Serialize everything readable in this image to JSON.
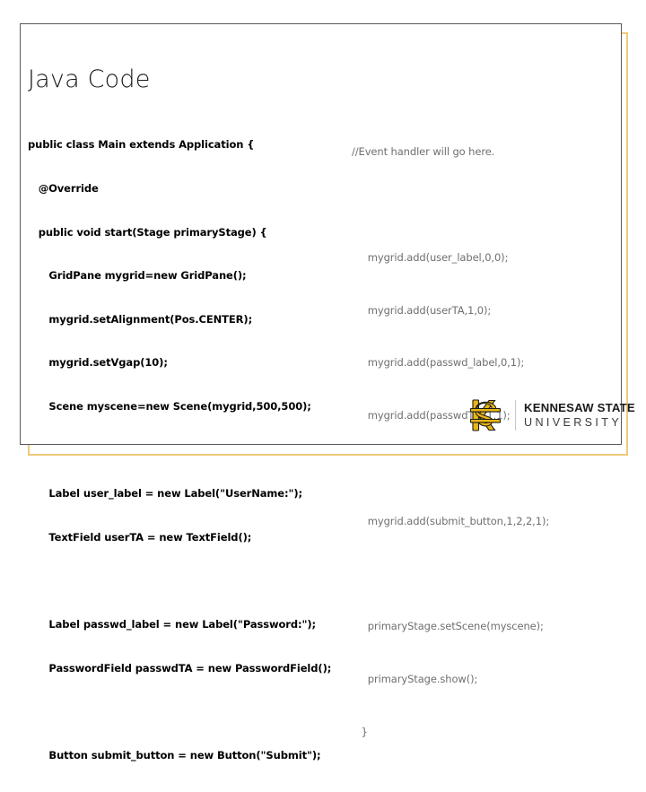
{
  "slide": {
    "title": "Java Code",
    "frame_gray_color": "#595959",
    "frame_gold_color": "#f0c97a",
    "background_color": "#ffffff"
  },
  "code_left": {
    "color": "#000000",
    "lines": [
      "public class Main extends Application {",
      "   @Override",
      "   public void start(Stage primaryStage) {",
      "      GridPane mygrid=new GridPane();",
      "      mygrid.setAlignment(Pos.CENTER);",
      "      mygrid.setVgap(10);",
      "      Scene myscene=new Scene(mygrid,500,500);",
      "",
      "      Label user_label = new Label(\"UserName:\");",
      "      TextField userTA = new TextField();",
      "",
      "      Label passwd_label = new Label(\"Password:\");",
      "      PasswordField passwdTA = new PasswordField();",
      "",
      "      Button submit_button = new Button(\"Submit\");"
    ]
  },
  "code_right": {
    "color": "#6f6f6f",
    "lines": [
      "//Event handler will go here.",
      "",
      "     mygrid.add(user_label,0,0);",
      "     mygrid.add(userTA,1,0);",
      "     mygrid.add(passwd_label,0,1);",
      "     mygrid.add(passwdTA ,1,1);",
      "",
      "     mygrid.add(submit_button,1,2,2,1);",
      "",
      "     primaryStage.setScene(myscene);",
      "     primaryStage.show();",
      "   }"
    ]
  },
  "logo": {
    "mark_name": "ksu-interlocking-ks-monogram",
    "line1": "KENNESAW STATE",
    "line2": "UNIVERSITY",
    "gold": "#e8b614",
    "dark": "#1b1b1b"
  }
}
